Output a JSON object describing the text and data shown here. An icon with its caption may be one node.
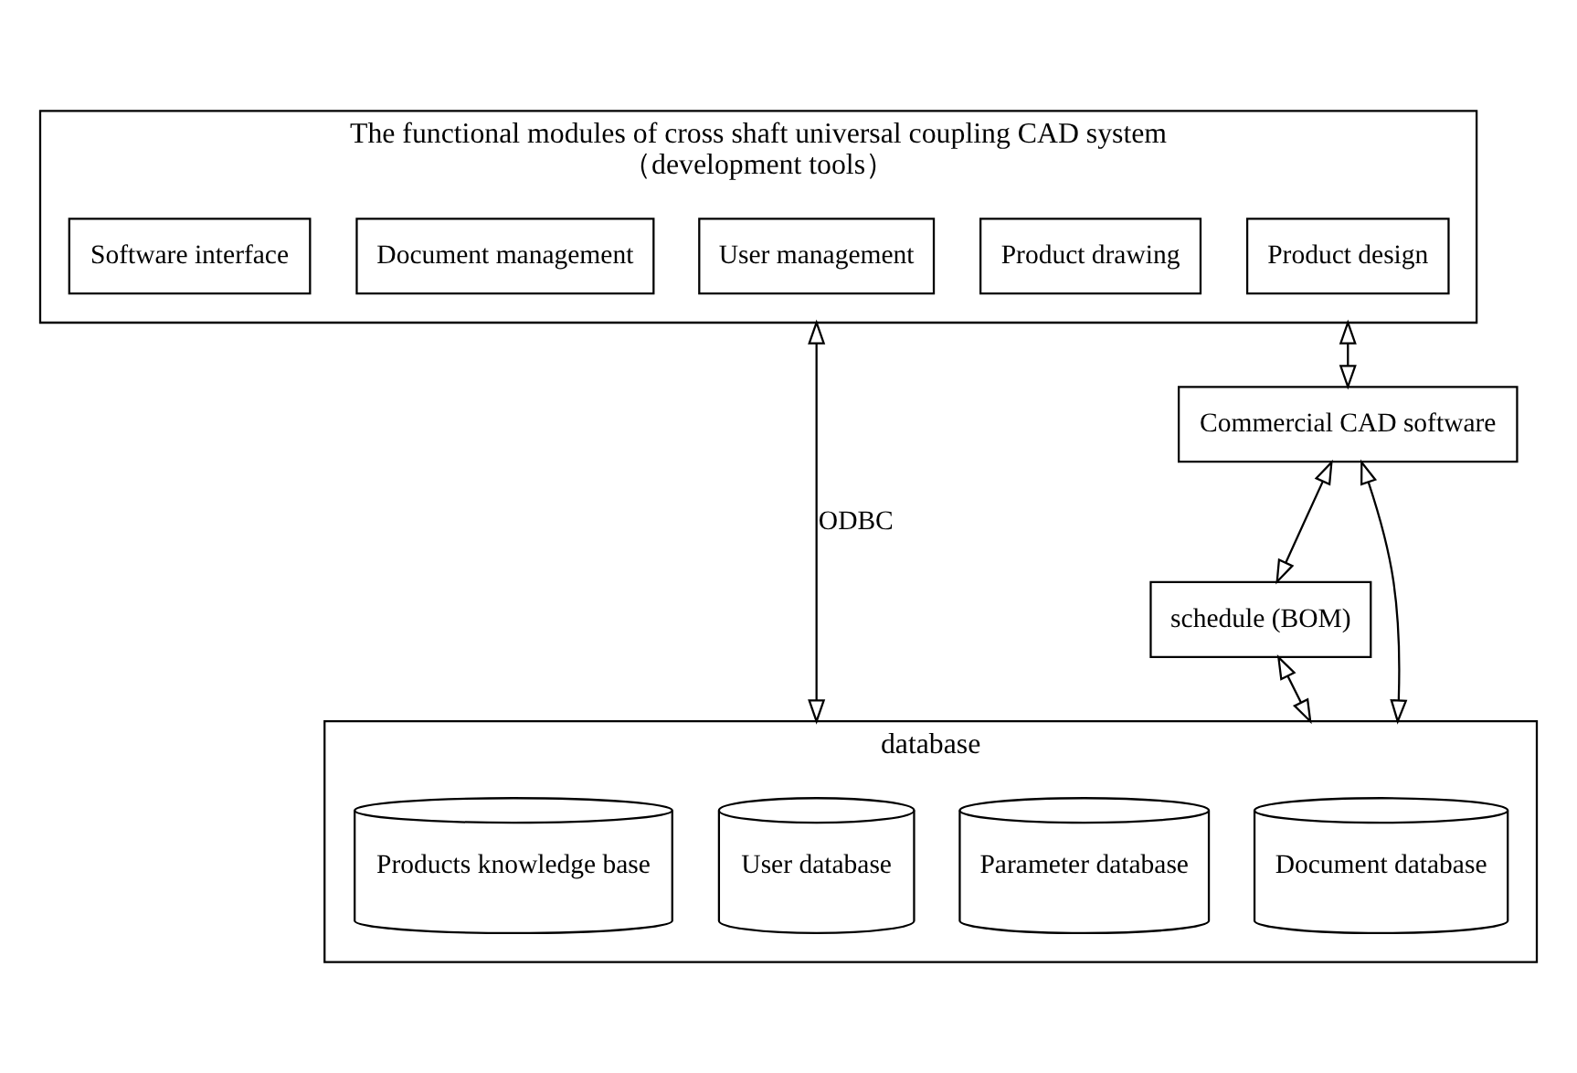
{
  "diagram": {
    "nodes": [
      {
        "text": [
          "The functional modules of cross shaft universal coupling CAD system",
          "（development tools）"
        ]
      },
      {
        "text": [
          "User management"
        ],
        "in": 0
      },
      {
        "text": [
          "Product drawing"
        ],
        "in": 0
      },
      {
        "text": [
          "Product design"
        ],
        "in": 0
      },
      {
        "text": [
          "Document management"
        ],
        "in": 0
      },
      {
        "text": [
          "Software interface"
        ],
        "in": 0
      },
      {
        "text": [
          "Commercial CAD software"
        ]
      },
      {
        "text": [
          "schedule (BOM)"
        ]
      },
      {
        "text": [
          "database"
        ]
      },
      {
        "text": [
          "User database"
        ],
        "in": 8
      },
      {
        "text": [
          "Parameter database"
        ],
        "in": 8
      },
      {
        "text": [
          "Document database"
        ],
        "in": 8
      },
      {
        "text": [
          "Products knowledge base"
        ],
        "in": 8
      }
    ],
    "edges": [
      {
        "from": 0,
        "to": 8,
        "arrow": "both",
        "label": "ODBC"
      },
      {
        "from": 0,
        "to": 6,
        "arrow": "both"
      },
      {
        "from": 6,
        "to": 7,
        "arrow": "both"
      },
      {
        "from": 6,
        "to": 8,
        "arrow": "both"
      },
      {
        "from": 7,
        "to": 8,
        "arrow": "both"
      }
    ]
  }
}
